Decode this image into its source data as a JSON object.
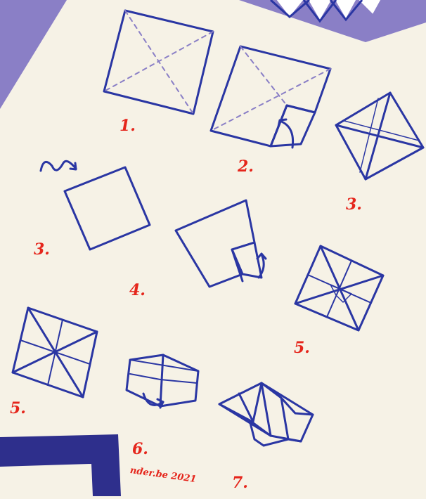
{
  "colors": {
    "ink": "#2a36a3",
    "label": "#e5261c",
    "paper": "#f6f2e6",
    "lavender": "#8a7fc6",
    "navy": "#2e2f8c"
  },
  "steps": [
    {
      "id": "s1",
      "label": "1."
    },
    {
      "id": "s2",
      "label": "2."
    },
    {
      "id": "s3a",
      "label": "3."
    },
    {
      "id": "s3b",
      "label": "3."
    },
    {
      "id": "s4",
      "label": "4."
    },
    {
      "id": "s5a",
      "label": "5."
    },
    {
      "id": "s5b",
      "label": "5."
    },
    {
      "id": "s6",
      "label": "6."
    },
    {
      "id": "s7",
      "label": "7."
    }
  ],
  "footer": "nder.be 2021"
}
